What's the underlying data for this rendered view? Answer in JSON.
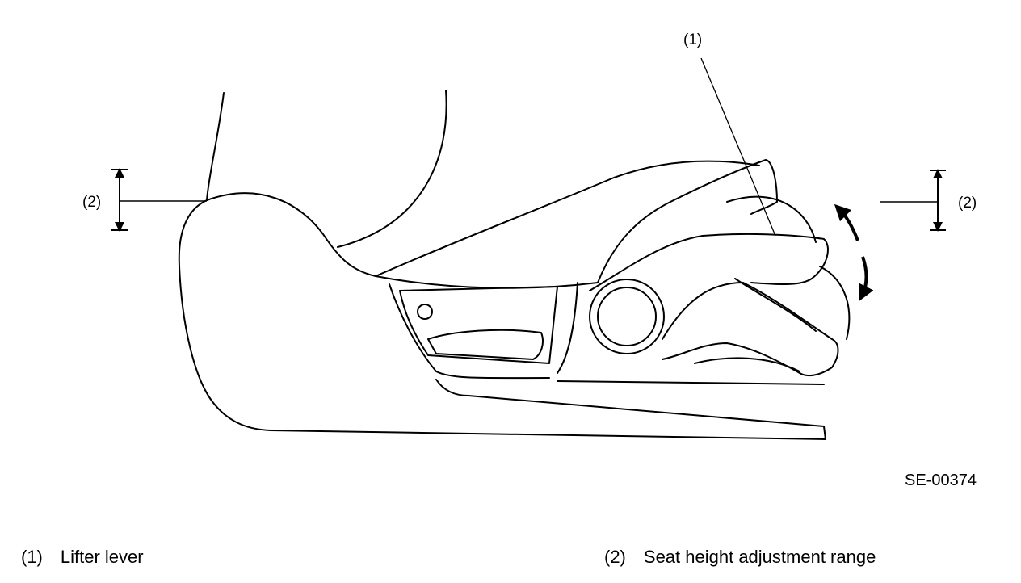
{
  "callouts": {
    "lifter": "(1)",
    "range_left": "(2)",
    "range_right": "(2)"
  },
  "figure_code": "SE-00374",
  "legend": [
    {
      "number": "(1)",
      "label": "Lifter lever"
    },
    {
      "number": "(2)",
      "label": "Seat height adjustment range"
    }
  ],
  "colors": {
    "line": "#000000",
    "background": "#ffffff"
  }
}
